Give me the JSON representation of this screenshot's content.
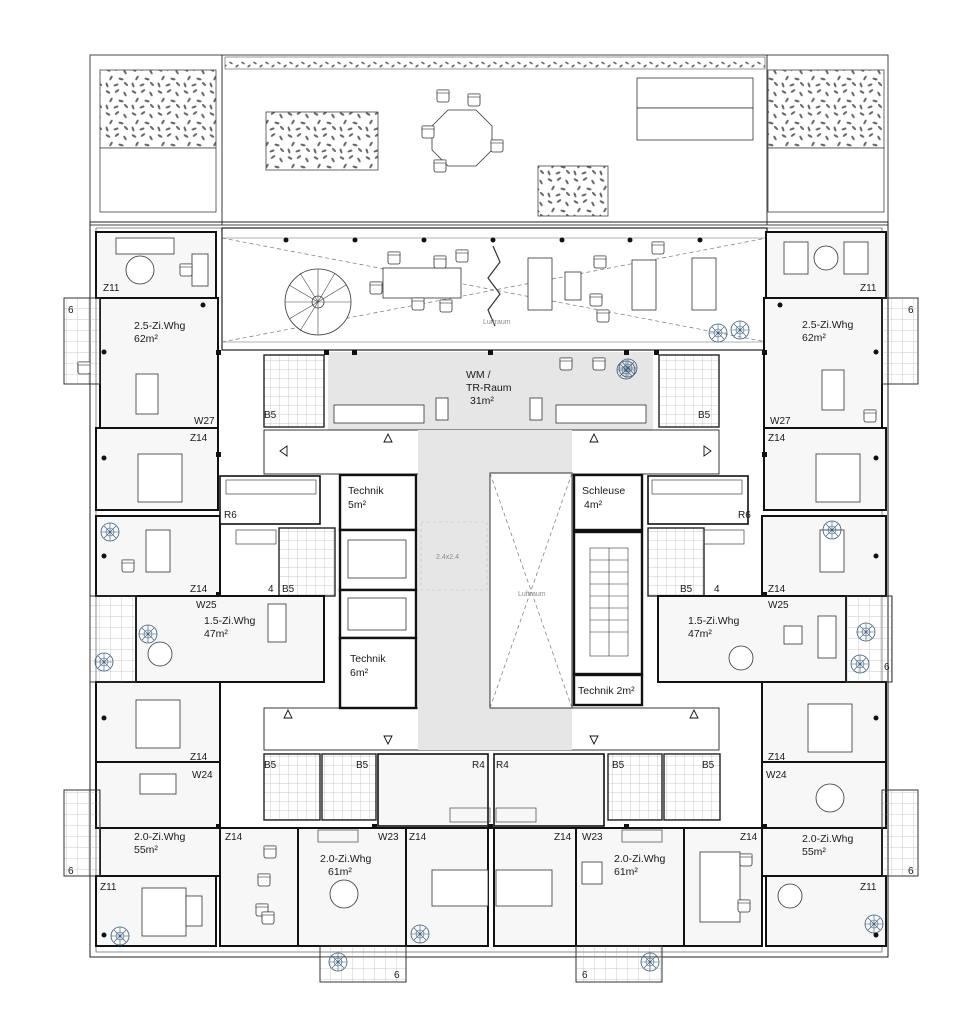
{
  "top_section": {
    "void_label": "Luftraum"
  },
  "center": {
    "wm_label": "WM /",
    "tr_label": "TR-Raum",
    "wm_area": "31m²",
    "technik_top": "Technik",
    "technik_top_area": "5m²",
    "technik_bottom": "Technik",
    "technik_bottom_area": "6m²",
    "schleuse": "Schleuse",
    "schleuse_area": "4m²",
    "technik_small": "Technik 2m²",
    "void_label": "Luftraum",
    "lift_dim": "2.4x2.4"
  },
  "apartments": {
    "apt_25_left": {
      "type": "2.5-Zi.Whg",
      "area": "62m²"
    },
    "apt_25_right": {
      "type": "2.5-Zi.Whg",
      "area": "62m²"
    },
    "apt_15_left": {
      "type": "1.5-Zi.Whg",
      "area": "47m²"
    },
    "apt_15_right": {
      "type": "1.5-Zi.Whg",
      "area": "47m²"
    },
    "apt_20_left": {
      "type": "2.0-Zi.Whg",
      "area": "55m²"
    },
    "apt_20_right": {
      "type": "2.0-Zi.Whg",
      "area": "55m²"
    },
    "apt_20_bl": {
      "type": "2.0-Zi.Whg",
      "area": "61m²"
    },
    "apt_20_br": {
      "type": "2.0-Zi.Whg",
      "area": "61m²"
    }
  },
  "room_tags": {
    "z11": "Z11",
    "z14": "Z14",
    "w27": "W27",
    "w25": "W25",
    "w24": "W24",
    "w23": "W23",
    "b5": "B5",
    "r6": "R6",
    "r4": "R4",
    "six": "6",
    "four": "4"
  }
}
